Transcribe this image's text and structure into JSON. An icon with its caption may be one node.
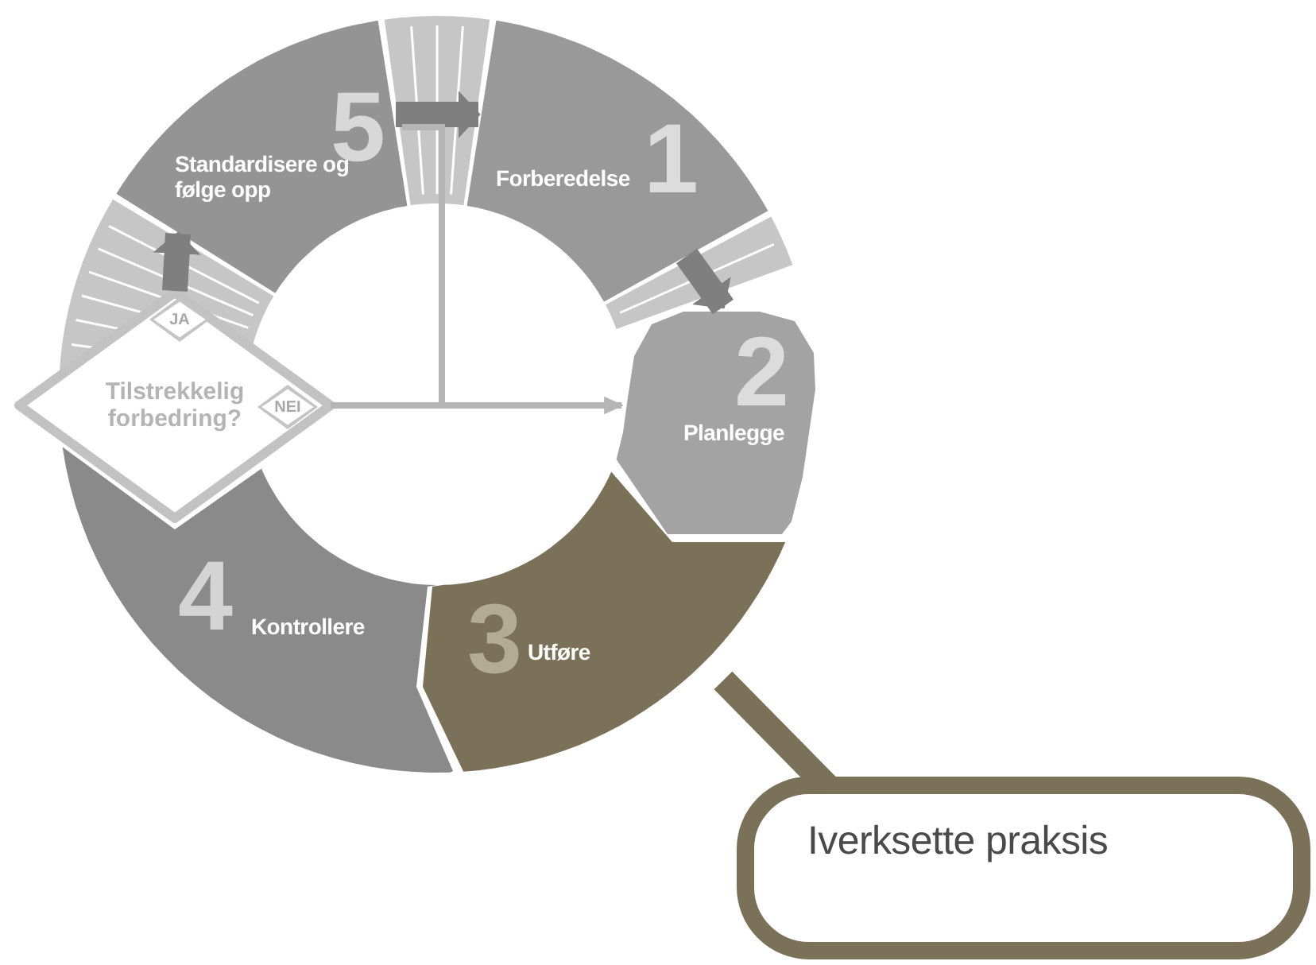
{
  "diagram": {
    "nodes": [
      {
        "text": [
          "Forberedelse",
          "1"
        ]
      },
      {
        "text": [
          "2",
          "Planlegge"
        ]
      },
      {
        "text": [
          "3",
          "Utføre"
        ]
      },
      {
        "text": [
          "4",
          "Kontrollere"
        ]
      },
      {
        "text": [
          "5",
          "Standardisere og følge opp"
        ]
      },
      {
        "text": [
          "Tilstrekkelig forbedring?"
        ]
      },
      {
        "text": [
          "Iverksette praksis"
        ]
      }
    ],
    "edges": [
      {
        "from": 4,
        "to": 0,
        "arrow": "to"
      },
      {
        "from": 0,
        "to": 1,
        "arrow": "to"
      },
      {
        "from": 5,
        "to": 4,
        "arrow": "to",
        "label": "JA"
      },
      {
        "from": 5,
        "to": 1,
        "arrow": "to",
        "label": "NEI",
        "color": "#b5b5b5"
      },
      {
        "from": 4,
        "to": 1,
        "arrow": "to",
        "color": "#b5b5b5"
      },
      {
        "from": 6,
        "to": 2,
        "arrow": "none",
        "color": "#7a7158"
      }
    ]
  }
}
